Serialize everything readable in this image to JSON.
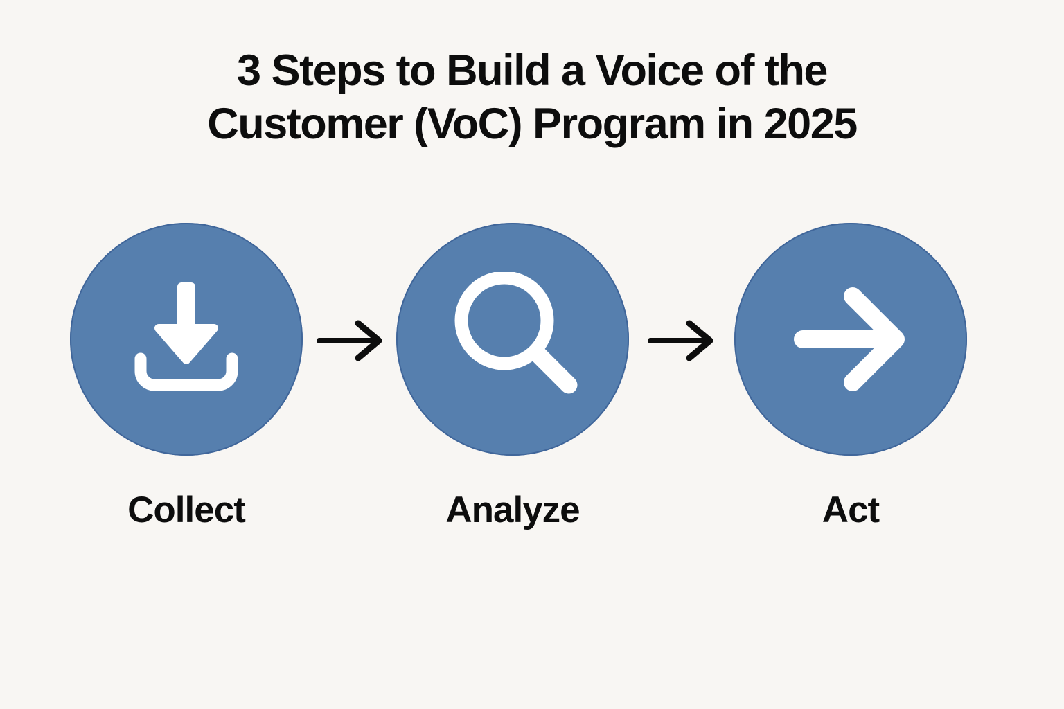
{
  "title": {
    "line1": "3 Steps to Build a Voice of the",
    "line2": "Customer (VoC) Program in 2025"
  },
  "steps": [
    {
      "label": "Collect",
      "icon": "download-icon"
    },
    {
      "label": "Analyze",
      "icon": "search-icon"
    },
    {
      "label": "Act",
      "icon": "arrow-right-icon"
    }
  ],
  "connectors": [
    {
      "icon": "arrow-right-connector-icon"
    },
    {
      "icon": "arrow-right-connector-icon"
    }
  ],
  "colors": {
    "background": "#f8f6f3",
    "circle_fill": "#567fae",
    "circle_outline": "#40669a",
    "icon": "#ffffff",
    "text": "#0d0d0d",
    "connector": "#0d0d0d"
  }
}
